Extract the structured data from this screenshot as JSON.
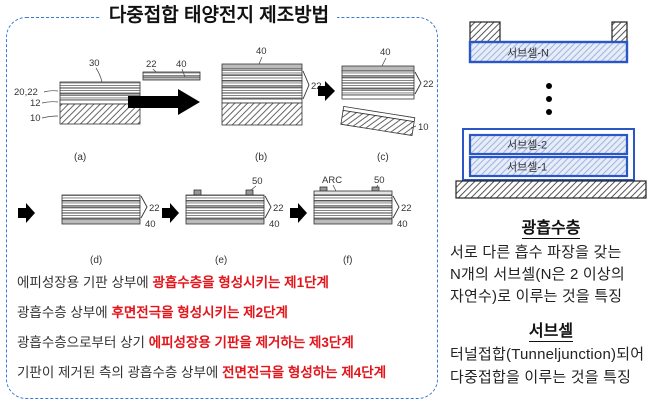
{
  "title": "다중접합 태양전지 제조방법",
  "colors": {
    "highlight": "#e3151b",
    "frame_border": "#3b78d6",
    "subcell_border": "#2a56c6"
  },
  "process_figure": {
    "a": {
      "caption": "(a)",
      "label_top": "30",
      "label_layers": "20,22",
      "label_sacrificial": "12",
      "label_substrate": "10"
    },
    "transfer": {
      "label_absorber": "22",
      "label_electrode": "40"
    },
    "b": {
      "caption": "(b)",
      "label_top": "40",
      "label_absorber": "22"
    },
    "c": {
      "caption": "(c)",
      "label_top": "40",
      "label_absorber": "22",
      "label_substrate": "10"
    },
    "d": {
      "caption": "(d)",
      "label_absorber": "22",
      "label_electrode": "40"
    },
    "e": {
      "caption": "(e)",
      "label_top": "50",
      "label_absorber": "22",
      "label_electrode": "40"
    },
    "f": {
      "caption": "(f)",
      "label_arc": "ARC",
      "label_top": "50",
      "label_absorber": "22",
      "label_electrode": "40"
    }
  },
  "steps": [
    {
      "prefix": "에피성장용 기판 상부에 ",
      "highlight": "광흡수층을 형성시키는 제1단계"
    },
    {
      "prefix": "광흡수층 상부에 ",
      "highlight": "후면전극을 형성시키는 제2단계"
    },
    {
      "prefix": "광흡수층으로부터 상기 ",
      "highlight": "에피성장용 기판을 제거하는 제3단계"
    },
    {
      "prefix": "기판이 제거된 측의 광흡수층 상부에 ",
      "highlight": "전면전극을 형성하는 제4단계"
    }
  ],
  "subcell_stack": {
    "top": "서브셀-N",
    "middle": "서브셀-2",
    "bottom": "서브셀-1"
  },
  "notes": [
    {
      "heading": "광흡수층",
      "lines": [
        "서로 다른 흡수 파장을 갖는",
        "N개의 서브셀(N은 2 이상의",
        "자연수)로 이루는 것을 특징"
      ]
    },
    {
      "heading": "서브셀",
      "lines": [
        "터널접합(Tunneljunction)되어",
        "다중접합을 이루는 것을 특징"
      ]
    }
  ]
}
